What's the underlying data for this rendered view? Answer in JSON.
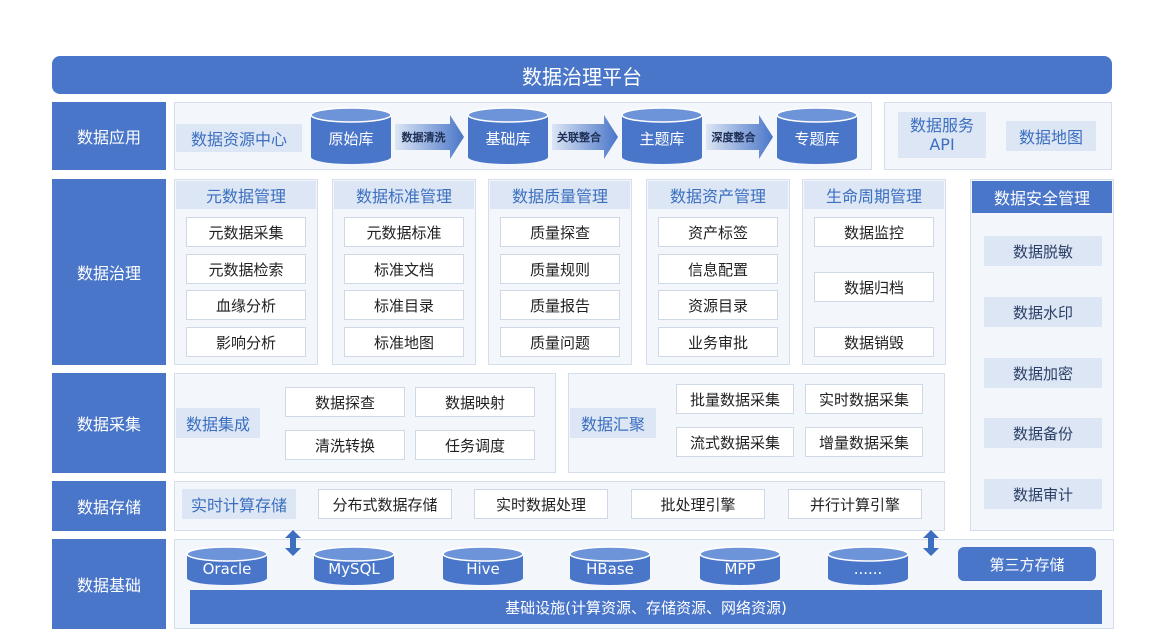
{
  "title": "数据治理平台",
  "colors": {
    "primary": "#4a76c9",
    "light": "#dce6f4",
    "panel": "#f3f6fb"
  },
  "rows": {
    "app": "数据应用",
    "gov": "数据治理",
    "collect": "数据采集",
    "storage": "数据存储",
    "base": "数据基础"
  },
  "app": {
    "resource_center": "数据资源中心",
    "flow": [
      {
        "db": "原始库",
        "arrow": "数据清洗"
      },
      {
        "db": "基础库",
        "arrow": "关联整合"
      },
      {
        "db": "主题库",
        "arrow": "深度整合"
      },
      {
        "db": "专题库",
        "arrow": ""
      }
    ],
    "service": "数据服务\nAPI",
    "service_line1": "数据服务",
    "service_line2": "API",
    "map": "数据地图"
  },
  "governance": {
    "columns": [
      {
        "title": "元数据管理",
        "items": [
          "元数据采集",
          "元数据检索",
          "血缘分析",
          "影响分析"
        ]
      },
      {
        "title": "数据标准管理",
        "items": [
          "元数据标准",
          "标准文档",
          "标准目录",
          "标准地图"
        ]
      },
      {
        "title": "数据质量管理",
        "items": [
          "质量探查",
          "质量规则",
          "质量报告",
          "质量问题"
        ]
      },
      {
        "title": "数据资产管理",
        "items": [
          "资产标签",
          "信息配置",
          "资源目录",
          "业务审批"
        ]
      },
      {
        "title": "生命周期管理",
        "items": [
          "数据监控",
          "数据归档",
          "数据销毁"
        ]
      }
    ]
  },
  "security": {
    "title": "数据安全管理",
    "items": [
      "数据脱敏",
      "数据水印",
      "数据加密",
      "数据备份",
      "数据审计"
    ]
  },
  "collect": {
    "integrate": {
      "label": "数据集成",
      "items": [
        "数据探查",
        "数据映射",
        "清洗转换",
        "任务调度"
      ]
    },
    "gather": {
      "label": "数据汇聚",
      "items": [
        "批量数据采集",
        "实时数据采集",
        "流式数据采集",
        "增量数据采集"
      ]
    }
  },
  "storage": {
    "label": "实时计算存储",
    "items": [
      "分布式数据存储",
      "实时数据处理",
      "批处理引擎",
      "并行计算引擎"
    ]
  },
  "base": {
    "dbs": [
      "Oracle",
      "MySQL",
      "Hive",
      "HBase",
      "MPP",
      "......"
    ],
    "third_party": "第三方存储",
    "infra": "基础设施(计算资源、存储资源、网络资源)"
  }
}
